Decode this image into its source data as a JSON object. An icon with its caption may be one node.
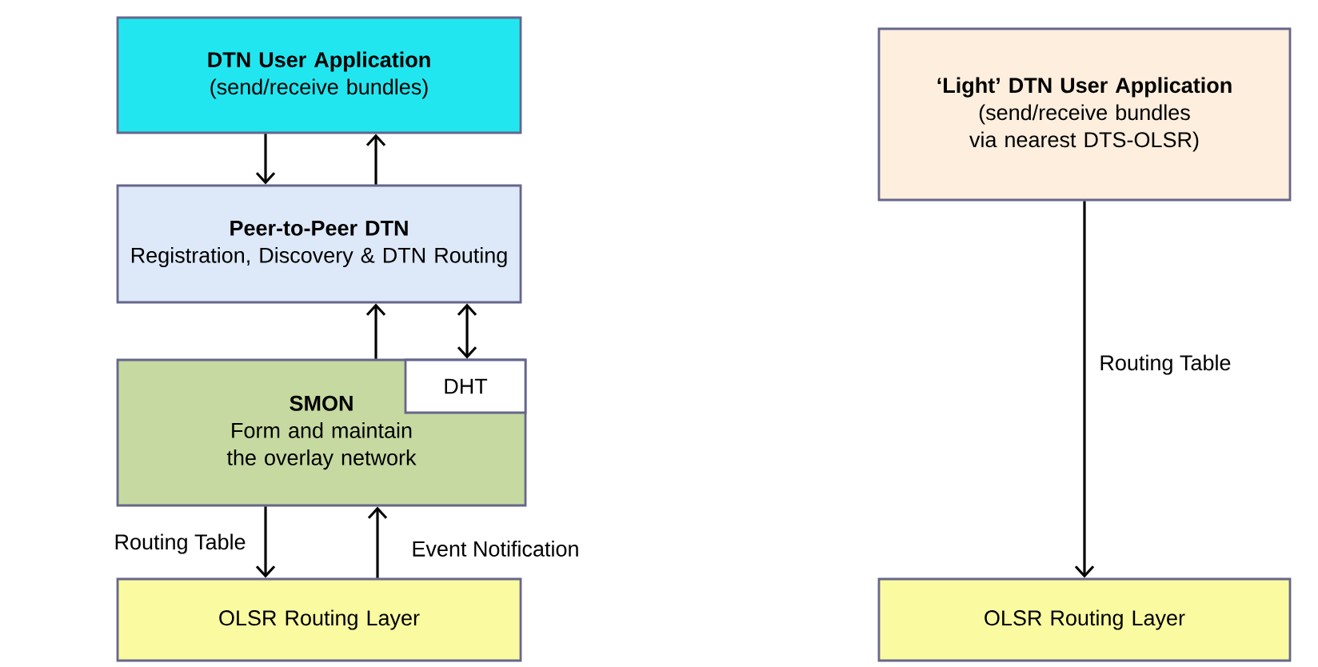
{
  "diagram": {
    "nodes": [
      {
        "text": [
          "DTN User Application",
          "(send/receive bundles)"
        ]
      },
      {
        "text": [
          "Peer-to-Peer DTN",
          "Registration, Discovery & DTN Routing"
        ]
      },
      {
        "text": [
          "SMON",
          "Form and maintain the overlay network"
        ]
      },
      {
        "text": [
          "DHT"
        ],
        "in": 2
      },
      {
        "text": [
          "OLSR Routing Layer"
        ]
      },
      {
        "text": [
          "‘Light’ DTN User Application",
          "(send/receive bundles via nearest DTS-OLSR)"
        ]
      },
      {
        "text": [
          "OLSR Routing Layer"
        ]
      }
    ],
    "edges": [
      {
        "from": 0,
        "to": 1,
        "arrow": "to"
      },
      {
        "from": 1,
        "to": 0,
        "arrow": "to"
      },
      {
        "from": 2,
        "to": 1,
        "arrow": "to"
      },
      {
        "from": 3,
        "to": 1,
        "arrow": "both"
      },
      {
        "from": 2,
        "to": 4,
        "arrow": "to",
        "label": "Routing Table"
      },
      {
        "from": 4,
        "to": 2,
        "arrow": "to",
        "label": "Event Notification"
      },
      {
        "from": 5,
        "to": 6,
        "arrow": "to",
        "label": "Routing Table"
      }
    ]
  }
}
